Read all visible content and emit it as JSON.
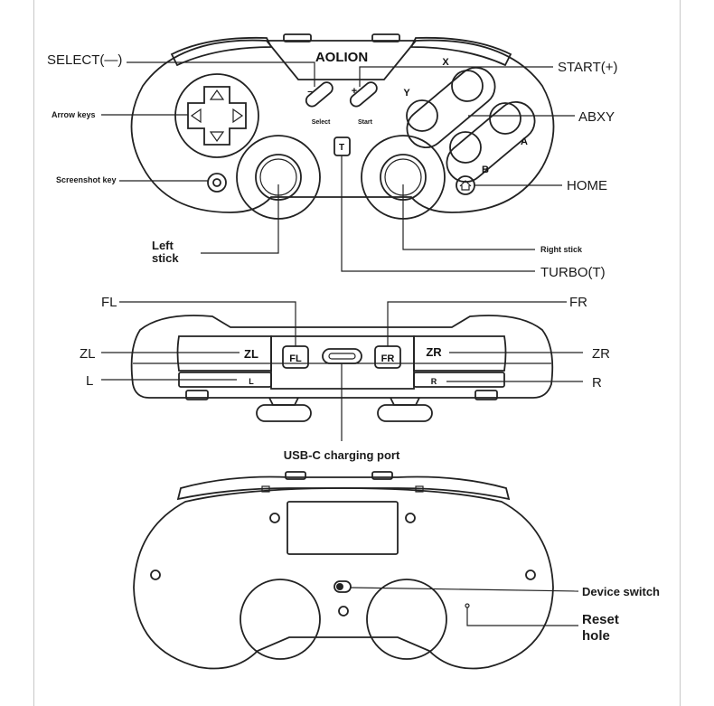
{
  "brand": "AOLION",
  "top_view": {
    "labels": {
      "select": "SELECT(—)",
      "start": "START(+)",
      "arrow_keys": "Arrow keys",
      "abxy": "ABXY",
      "screenshot_key": "Screenshot key",
      "home": "HOME",
      "left_stick_line1": "Left",
      "left_stick_line2": "stick",
      "right_stick": "Right stick",
      "turbo": "TURBO(T)"
    },
    "button_marks": {
      "minus": "–",
      "plus": "+",
      "select": "Select",
      "start": "Start",
      "turbo": "T",
      "x": "X",
      "y": "Y",
      "a": "A",
      "b": "B"
    }
  },
  "front_view": {
    "labels": {
      "fl": "FL",
      "fr": "FR",
      "zl": "ZL",
      "zr": "ZR",
      "l": "L",
      "r": "R",
      "usb": "USB-C charging port"
    },
    "button_marks": {
      "zl": "ZL",
      "zr": "ZR",
      "fl": "FL",
      "fr": "FR",
      "l": "L",
      "r": "R"
    }
  },
  "back_view": {
    "labels": {
      "device_switch": "Device switch",
      "reset_line1": "Reset",
      "reset_line2": "hole"
    }
  }
}
